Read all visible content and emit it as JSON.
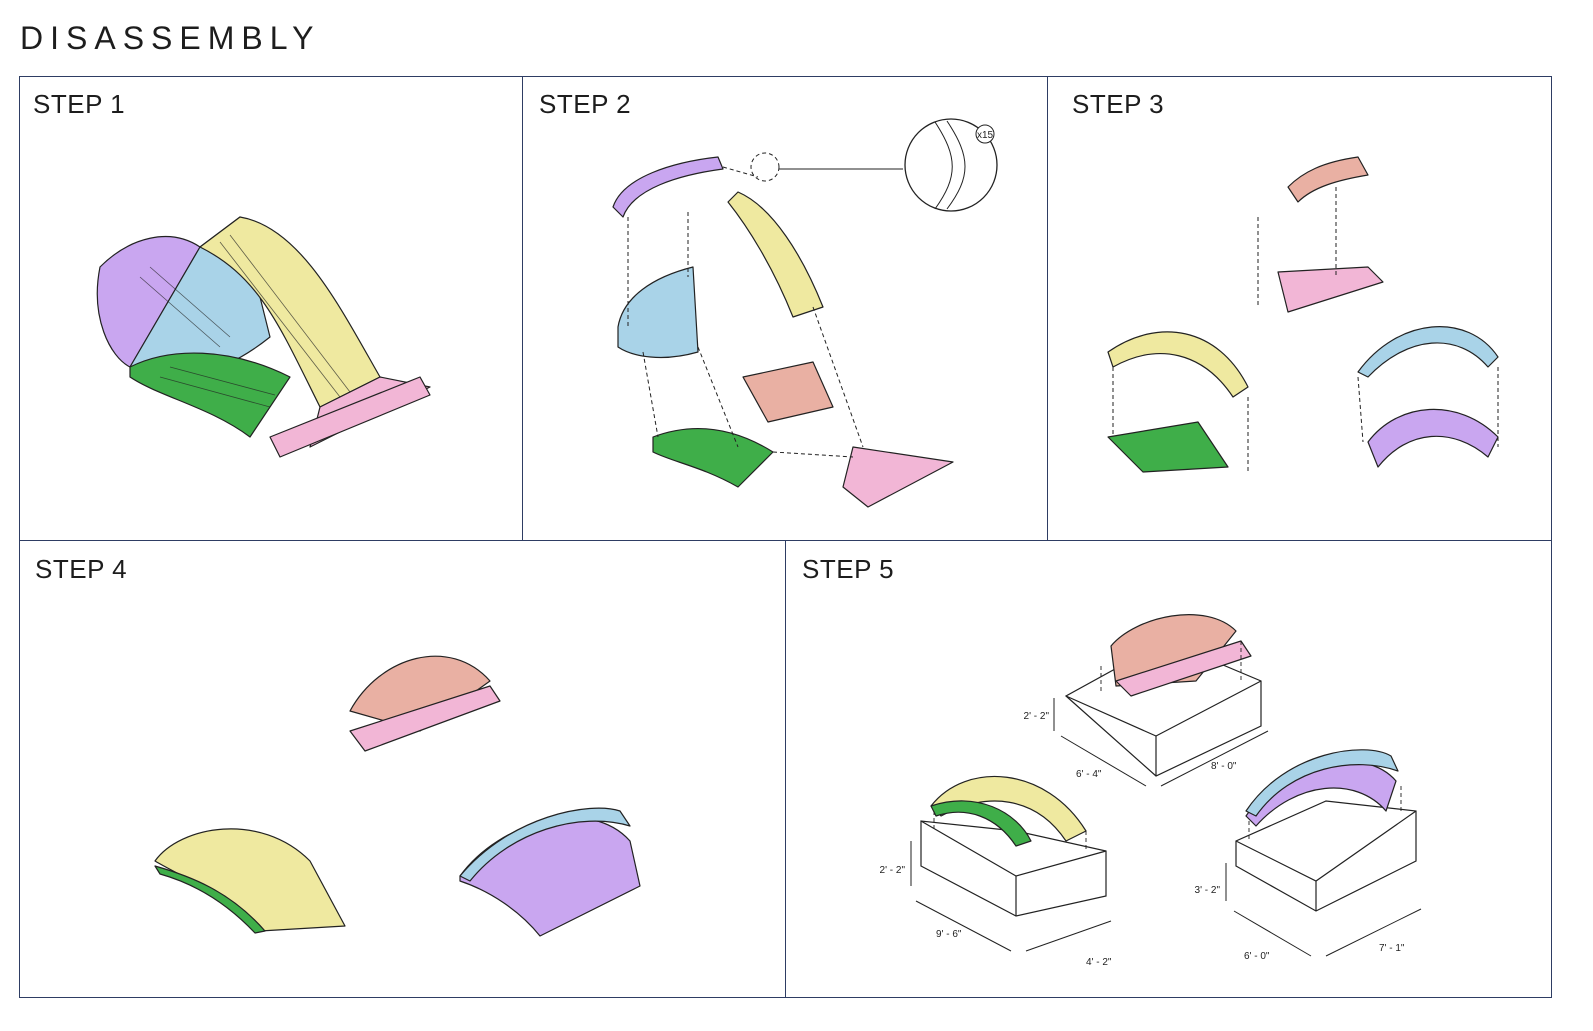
{
  "title": "DISASSEMBLY",
  "steps": [
    {
      "label": "STEP 1"
    },
    {
      "label": "STEP 2",
      "callout": "x15"
    },
    {
      "label": "STEP 3"
    },
    {
      "label": "STEP 4"
    },
    {
      "label": "STEP 5",
      "dimensions": {
        "box1": {
          "height": "2' - 2\"",
          "depth": "6' - 4\"",
          "width": "8' - 0\""
        },
        "box2": {
          "height": "2' - 2\"",
          "depth": "9' - 6\"",
          "width": "4' - 2\""
        },
        "box3": {
          "height": "3' - 2\"",
          "depth": "6' - 0\"",
          "width": "7' - 1\""
        }
      }
    }
  ],
  "colors": {
    "border": "#2e3d63",
    "purple": "#c9a6f0",
    "blue": "#a9d3e8",
    "yellow": "#efe9a0",
    "green": "#3fae49",
    "pink": "#f2b6d6",
    "salmon": "#e9b0a3"
  }
}
